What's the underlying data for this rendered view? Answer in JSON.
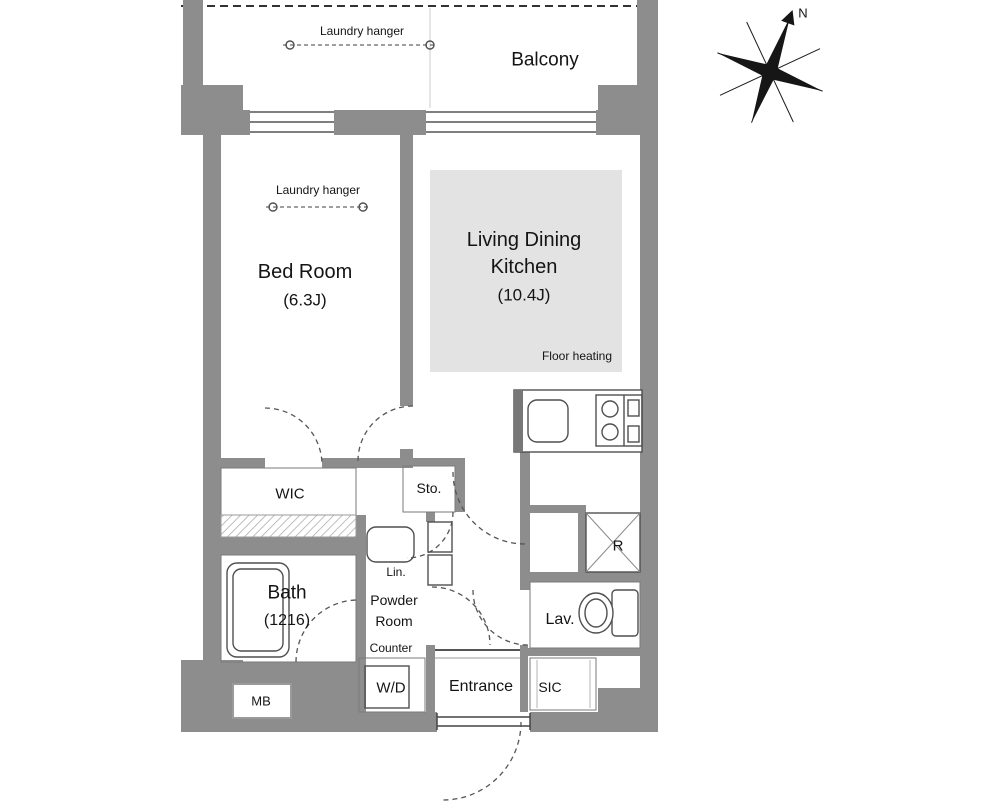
{
  "labels": {
    "balcony": "Balcony",
    "laundry_hanger_balcony": "Laundry hanger",
    "laundry_hanger_bedroom": "Laundry hanger",
    "bedroom_name": "Bed Room",
    "bedroom_size": "(6.3J)",
    "ldk_name_1": "Living Dining",
    "ldk_name_2": "Kitchen",
    "ldk_size": "(10.4J)",
    "floor_heating": "Floor heating",
    "wic": "WIC",
    "sto": "Sto.",
    "bath_name": "Bath",
    "bath_size": "(1216)",
    "lin": "Lin.",
    "powder_1": "Powder",
    "powder_2": "Room",
    "counter": "Counter",
    "wd": "W/D",
    "entrance": "Entrance",
    "sic": "SIC",
    "lav": "Lav.",
    "refrigerator": "R",
    "mb": "MB",
    "north": "N"
  },
  "colors": {
    "wall": "#8d8d8d",
    "floor_heating_fill": "#e3e3e3",
    "line": "#555555",
    "background": "#ffffff"
  }
}
